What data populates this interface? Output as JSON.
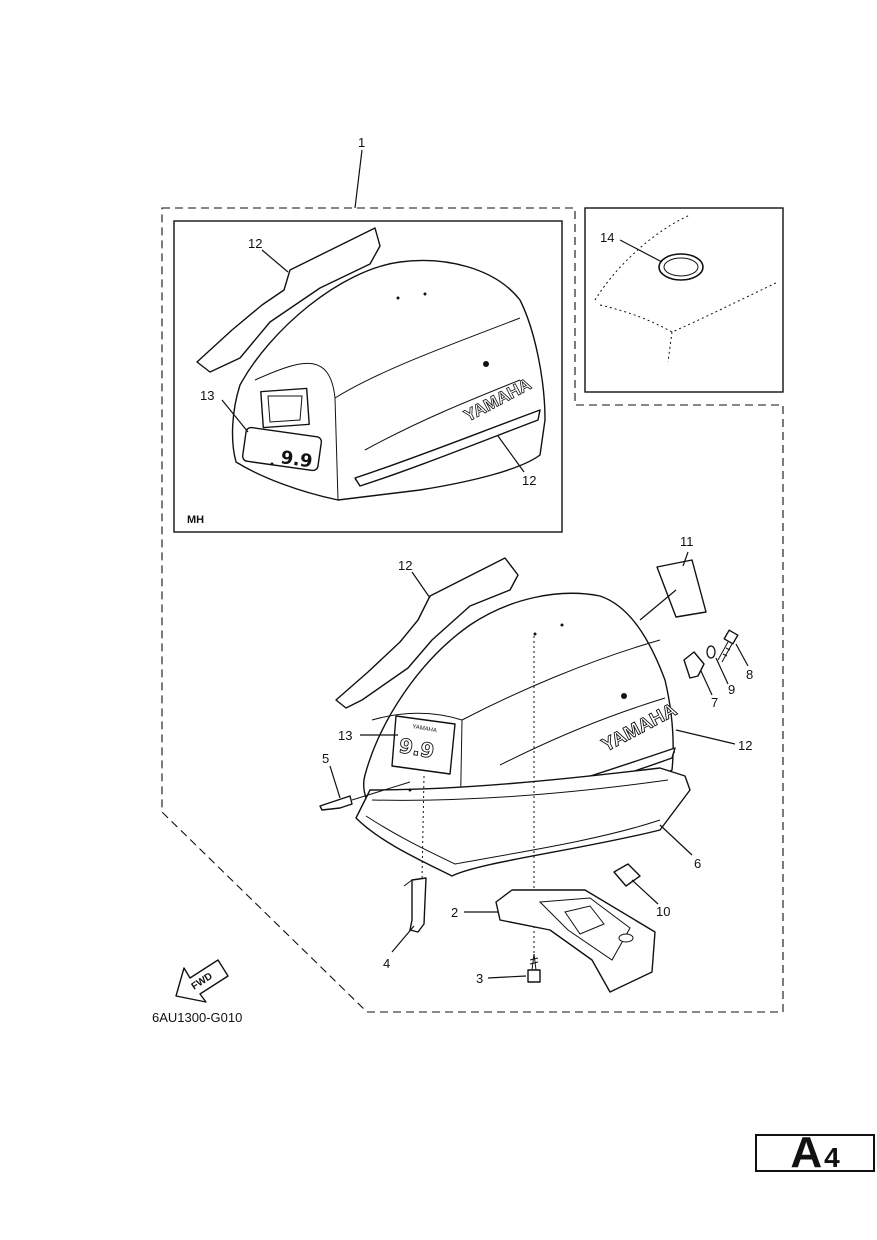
{
  "labels": {
    "n1": "1",
    "n2": "2",
    "n3": "3",
    "n4": "4",
    "n5": "5",
    "n6": "6",
    "n7": "7",
    "n8": "8",
    "n9": "9",
    "n10": "10",
    "n11": "11",
    "n12": "12",
    "n13": "13",
    "n14": "14"
  },
  "inset_label": "MH",
  "decal_text": {
    "brand": "YAMAHA",
    "model": "9.9",
    "small_brand": "YAMAHA"
  },
  "fwd_label": "FWD",
  "diagram_code": "6AU1300-G010",
  "page_index": {
    "letter": "A",
    "number": "4"
  }
}
